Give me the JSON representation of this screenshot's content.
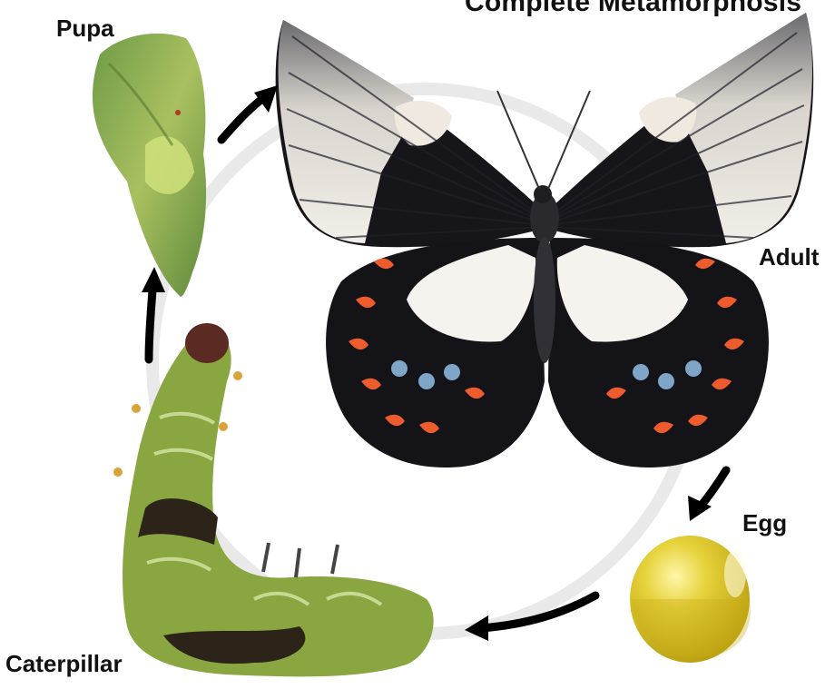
{
  "title": "Complete Metamorphosis",
  "stages": {
    "pupa": "Pupa",
    "adult": "Adult",
    "egg": "Egg",
    "caterpillar": "Caterpillar"
  },
  "colors": {
    "cycle_ring": "#e6e6e6",
    "arrow": "#000000",
    "wing_black": "#14141a",
    "wing_cream": "#f3eee7",
    "spot_orange": "#ee5b2c",
    "spot_blue": "#7fa6c8",
    "egg_yellow": "#d9c21a",
    "pupa_green": "#7fa84a",
    "caterpillar_green": "#8aa640"
  }
}
